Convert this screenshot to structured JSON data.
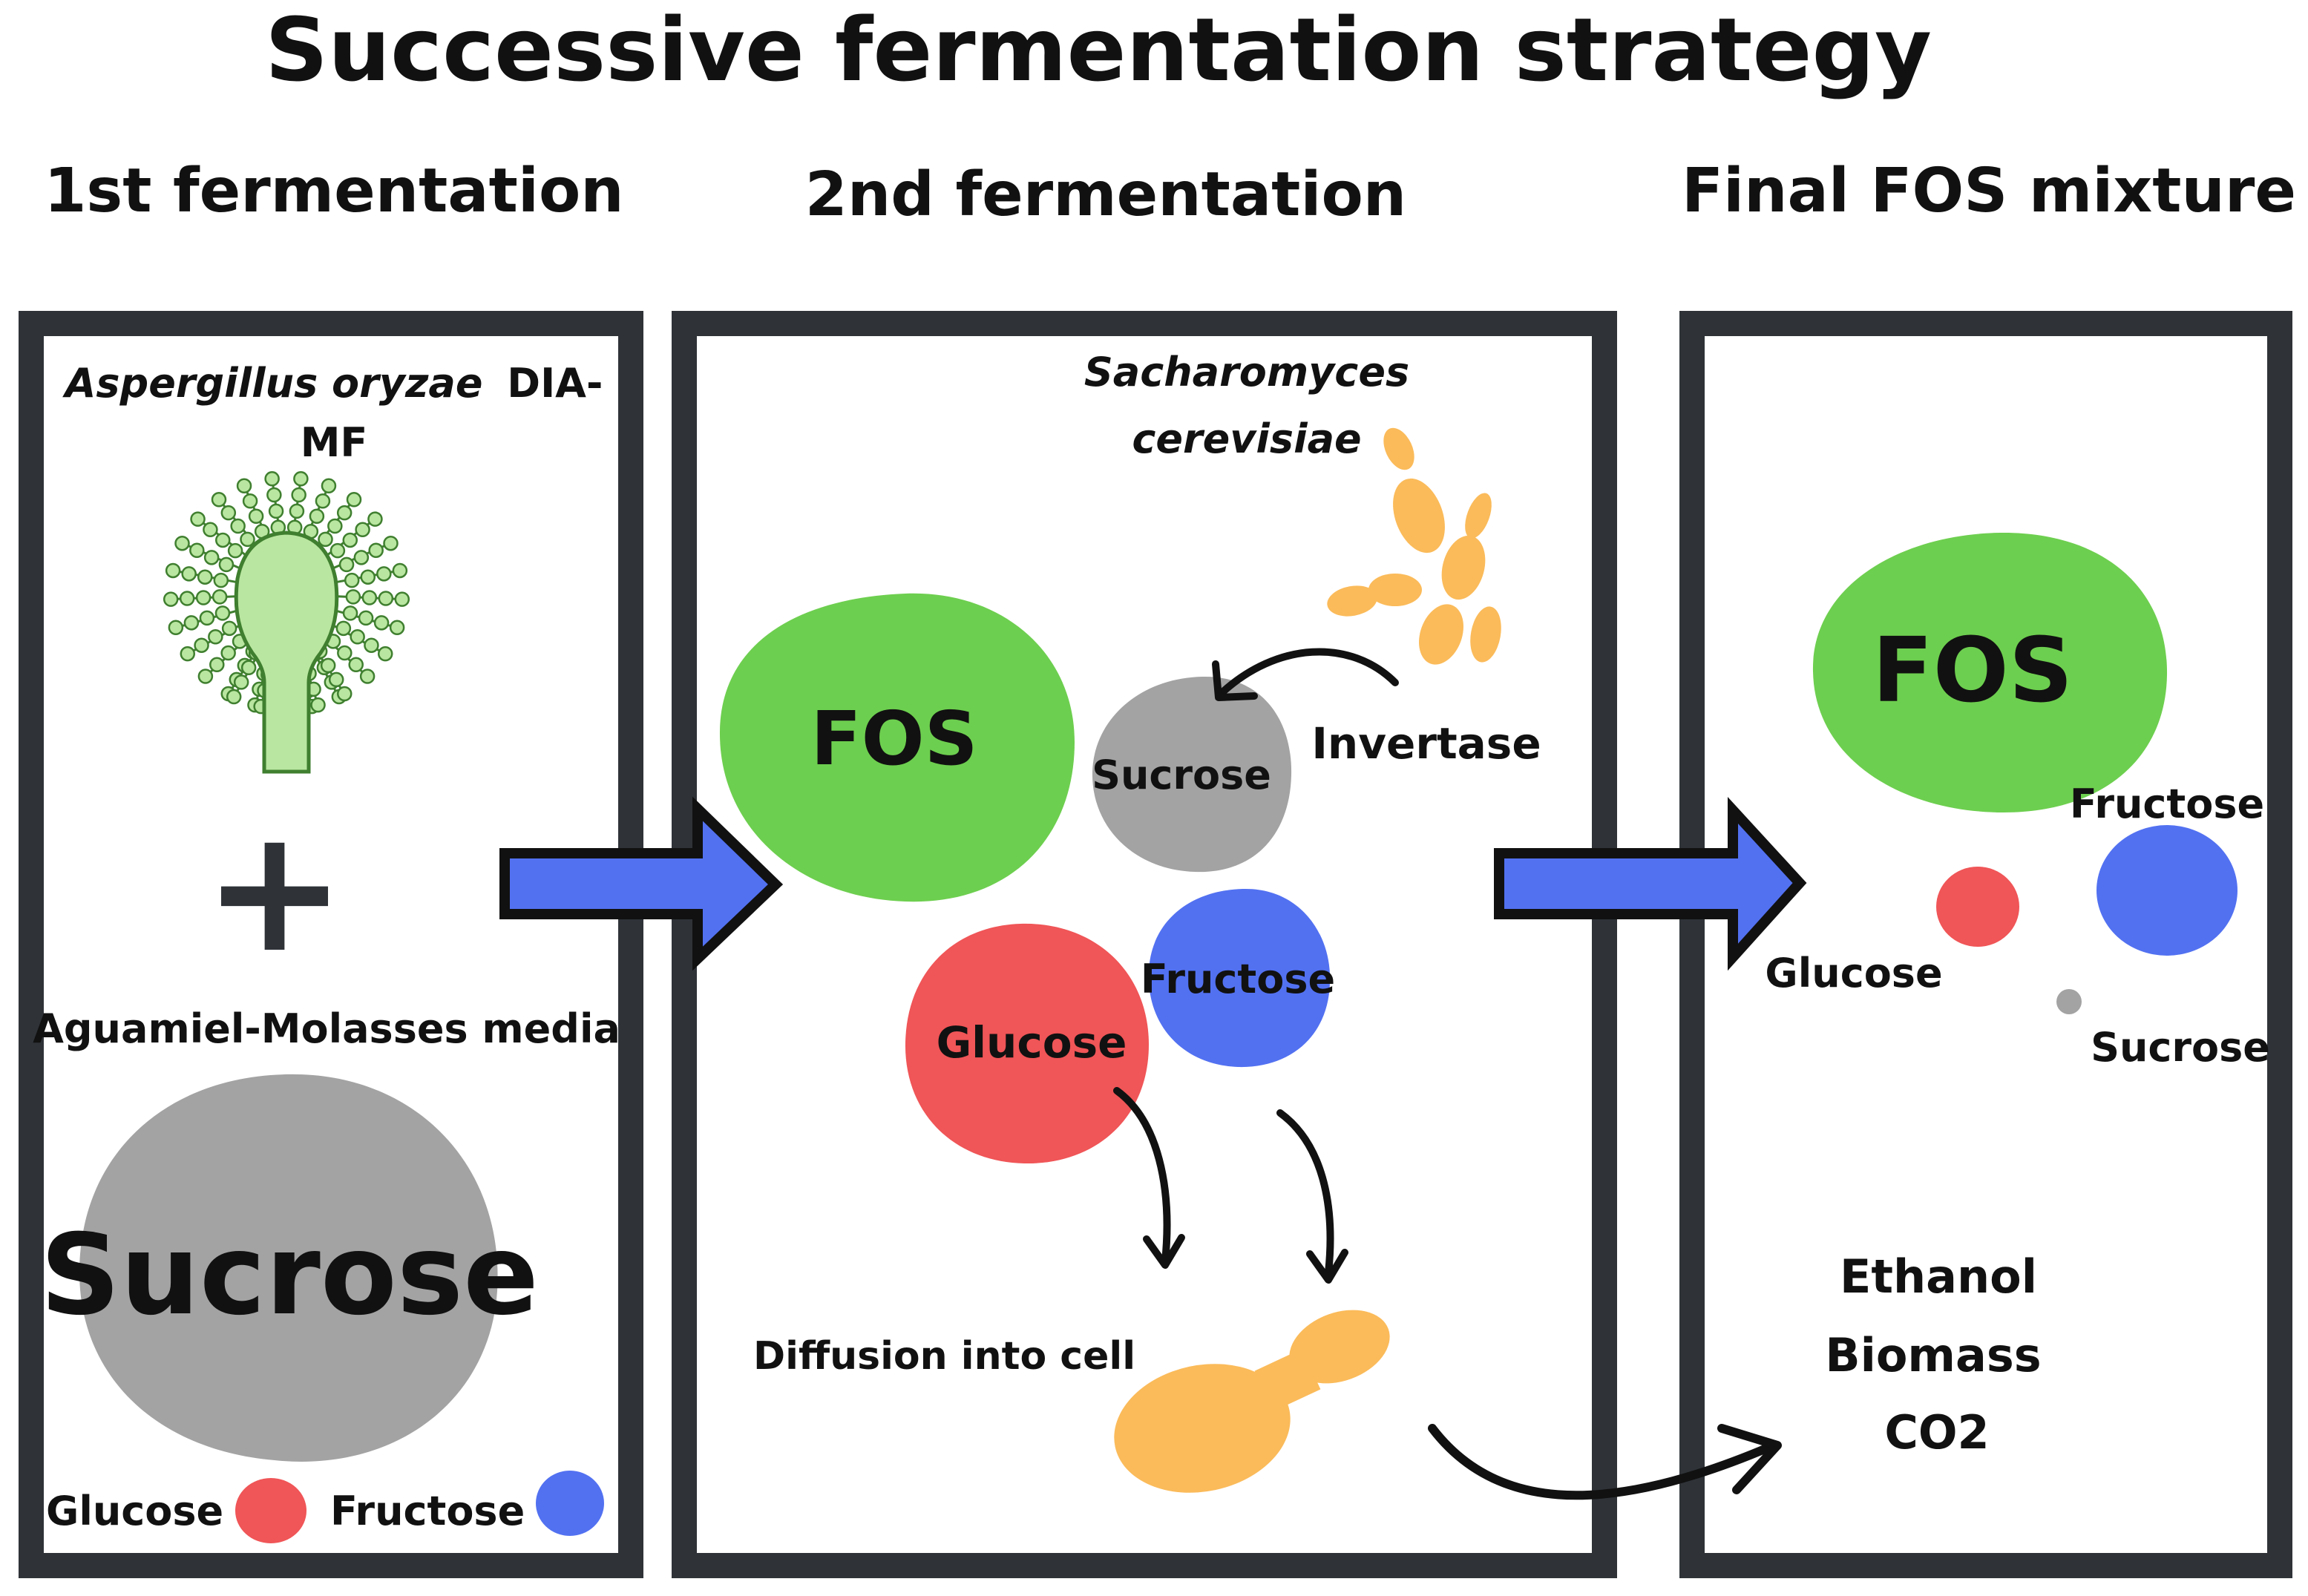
{
  "title": "Successive fermentation strategy",
  "panels": [
    {
      "heading": "1st fermentation",
      "organism_italic": "Aspergillus oryzae",
      "organism_strain_a": "DIA-",
      "organism_strain_b": "MF",
      "plus": "+",
      "media": "Aguamiel-Molasses media",
      "sucrose": "Sucrose",
      "glucose": "Glucose",
      "fructose": "Fructose"
    },
    {
      "heading": "2nd fermentation",
      "organism_line1": "Sacharomyces",
      "organism_line2": "cerevisiae",
      "fos": "FOS",
      "sucrose": "Sucrose",
      "invertase": "Invertase",
      "glucose": "Glucose",
      "fructose": "Fructose",
      "diffusion": "Diffusion into cell"
    },
    {
      "heading": "Final FOS mixture",
      "fos": "FOS",
      "fructose": "Fructose",
      "glucose": "Glucose",
      "sucrose": "Sucrose",
      "products": [
        "Ethanol",
        "Biomass",
        "CO2"
      ]
    }
  ],
  "colors": {
    "frame": "#2f3338",
    "fos": "#6dcf4f",
    "sucrose": "#a3a3a3",
    "glucose": "#f05557",
    "fructose": "#5271f1",
    "yeast": "#fbbb5a",
    "arrow": "#5271f1",
    "mold": "#b9e6a0"
  }
}
